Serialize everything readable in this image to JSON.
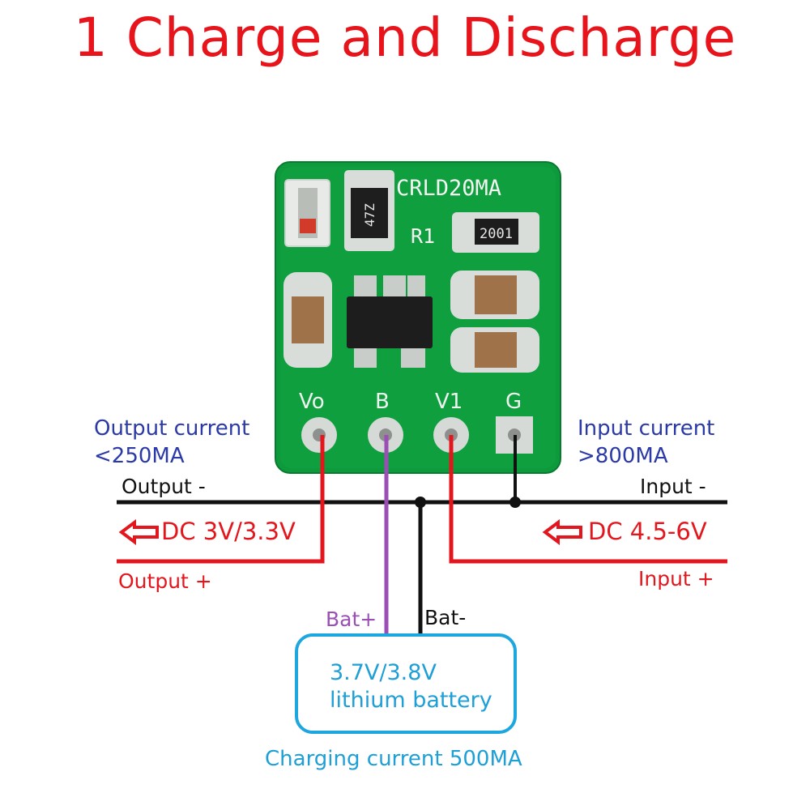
{
  "title": "1 Charge and Discharge",
  "board": {
    "model_label": "CRLD20MA",
    "resistor_label": "R1",
    "resistor_code": "2001",
    "inductor_code": "47Z",
    "pins": [
      "Vo",
      "B",
      "V1",
      "G"
    ]
  },
  "labels": {
    "output_current_line1": "Output current",
    "output_current_line2": "<250MA",
    "input_current_line1": "Input current",
    "input_current_line2": ">800MA",
    "output_minus": "Output -",
    "input_minus": "Input -",
    "output_voltage": "DC 3V/3.3V",
    "input_voltage": "DC 4.5-6V",
    "output_plus": "Output +",
    "input_plus": "Input +",
    "bat_plus": "Bat+",
    "bat_minus": "Bat-",
    "battery_line1": "3.7V/3.8V",
    "battery_line2": "lithium battery",
    "charging_current": "Charging current 500MA"
  },
  "colors": {
    "title": "#e8141c",
    "blue_text": "#2b3aa6",
    "red_wire": "#e3161e",
    "purple_wire": "#9b4fb5",
    "battery_border": "#1ea6de",
    "pcb_green": "#0d9a3c"
  }
}
